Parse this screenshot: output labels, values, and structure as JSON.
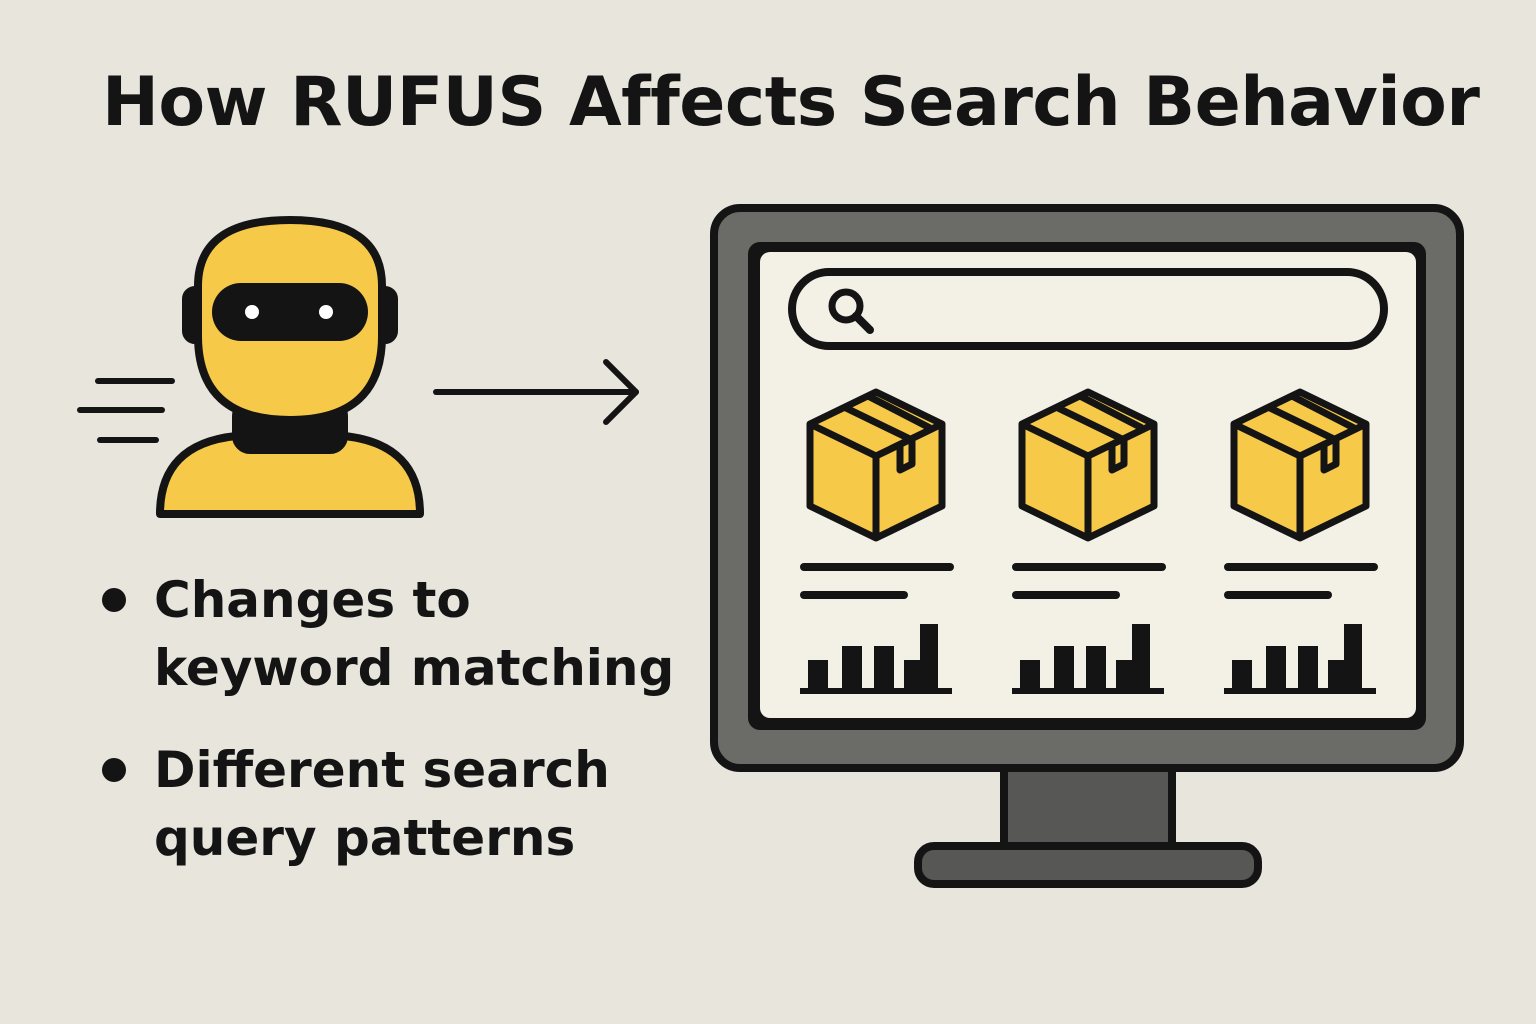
{
  "title": "How RUFUS Affects Search Behavior",
  "bullets": [
    {
      "line1": "Changes to",
      "line2": "keyword matching"
    },
    {
      "line1": "Different search",
      "line2": "query patterns"
    }
  ],
  "colors": {
    "background": "#e8e5dd",
    "accent_yellow": "#f7c948",
    "ink": "#141414",
    "monitor_frame": "#6b6b68",
    "screen": "#f3f0e6"
  },
  "icons": {
    "robot": "robot-avatar-icon",
    "speed_lines": "speed-lines-icon",
    "arrow": "arrow-right-icon",
    "monitor": "monitor-icon",
    "search": "magnifier-icon",
    "product": "package-box-icon",
    "stats": "bar-chart-icon"
  },
  "products": [
    {
      "id": 1
    },
    {
      "id": 2
    },
    {
      "id": 3
    }
  ]
}
